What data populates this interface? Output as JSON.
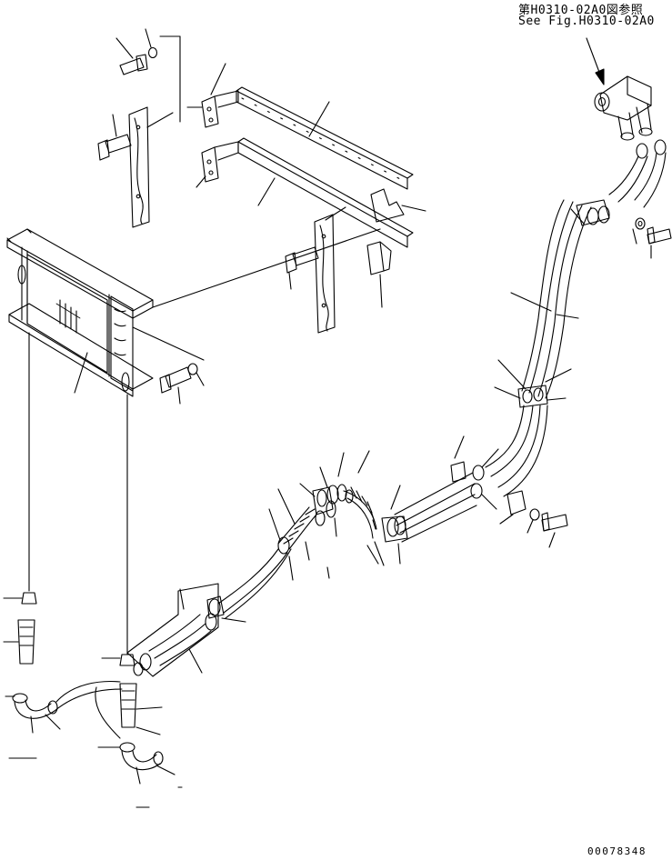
{
  "reference": {
    "jp": "第H0310-02A0図参照",
    "en": "See Fig.H0310-02A0"
  },
  "drawing_code": "00078348",
  "colors": {
    "line": "#000000",
    "background": "#ffffff"
  }
}
